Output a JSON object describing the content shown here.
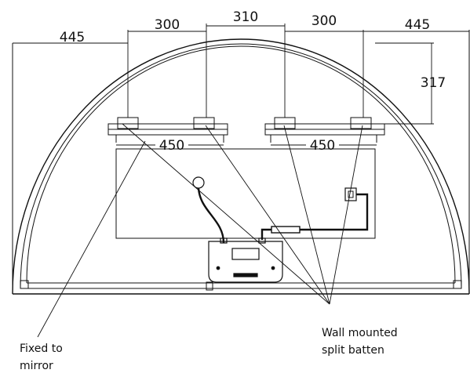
{
  "dimensions": {
    "left_offset": "445",
    "spacing_1": "300",
    "spacing_2": "310",
    "spacing_3": "300",
    "right_offset": "445",
    "height": "317",
    "batten_left_width": "450",
    "batten_right_width": "450"
  },
  "callouts": {
    "fixed_to_mirror": [
      "Fixed to",
      "mirror"
    ],
    "wall_mounted": [
      "Wall mounted",
      "split batten"
    ]
  },
  "colors": {
    "line": "#111111",
    "background": "#ffffff"
  }
}
